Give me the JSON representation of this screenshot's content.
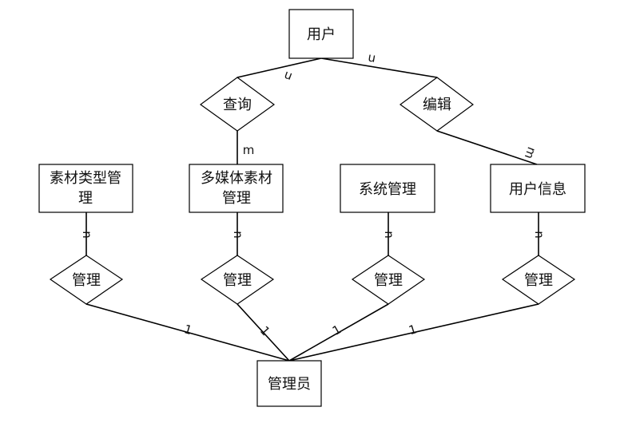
{
  "entities": {
    "user": "用户",
    "material_type": [
      "素材类型管",
      "理"
    ],
    "multimedia": [
      "多媒体素材",
      "管理"
    ],
    "system": "系统管理",
    "user_info": "用户信息",
    "admin": "管理员"
  },
  "relationships": {
    "query": "查询",
    "edit": "编辑",
    "manage_1": "管理",
    "manage_2": "管理",
    "manage_3": "管理",
    "manage_4": "管理"
  },
  "cardinalities": {
    "user_query": "n",
    "user_edit": "n",
    "query_multimedia": "m",
    "edit_user_info": "m",
    "material_type_manage": "n",
    "multimedia_manage": "n",
    "system_manage": "n",
    "user_info_manage": "n",
    "admin_manage_1": "1",
    "admin_manage_2": "1",
    "admin_manage_3": "1",
    "admin_manage_4": "1"
  }
}
